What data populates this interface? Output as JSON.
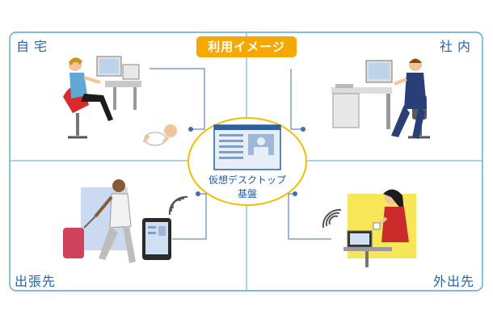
{
  "diagram": {
    "title": "利用イメージ",
    "center_label_line1": "仮想デスクトップ",
    "center_label_line2": "基盤",
    "quadrants": {
      "home": "自宅",
      "office": "社内",
      "business_trip": "出張先",
      "outside": "外出先"
    }
  },
  "colors": {
    "frame": "#5aa7cf",
    "badge": "#f6a800",
    "hub_border": "#f0c000",
    "connector": "#3d6fb0",
    "text_blue": "#1f66b0"
  }
}
